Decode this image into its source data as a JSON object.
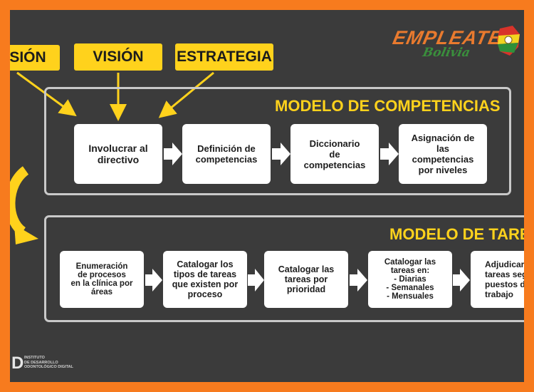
{
  "top_labels": [
    "SIÓN",
    "VISIÓN",
    "ESTRATEGIA"
  ],
  "model_competencias": {
    "title": "MODELO DE COMPETENCIAS",
    "steps": [
      "Involucrar al\ndirectivo",
      "Definición de\ncompetencias",
      "Diccionario\nde\ncompetencias",
      "Asignación de\nlas\ncompetencias\npor niveles"
    ]
  },
  "model_tareas": {
    "title": "MODELO DE TAREAS",
    "steps": [
      "Enumeración\nde procesos\nen la clínica  por\náreas",
      "Catalogar los\ntipos de tareas\nque existen por\nproceso",
      "Catalogar las\ntareas por\nprioridad",
      "Catalogar las\ntareas en:\n- Diarias\n- Semanales\n- Mensuales",
      "Adjudicar\ntareas seg\npuestos d\ntrabajo"
    ]
  },
  "logo": {
    "main": "EMPLEATE",
    "sub": "Bolivia"
  },
  "footer": {
    "institute": "INSTITUTO\nDE DESARROLLO\nODONTOLÓGICO DIGITAL",
    "mark": "D"
  },
  "colors": {
    "accent": "#ffd21c",
    "background": "#3b3b3b",
    "border": "#f77b1e",
    "frame": "#c9c9c9"
  }
}
